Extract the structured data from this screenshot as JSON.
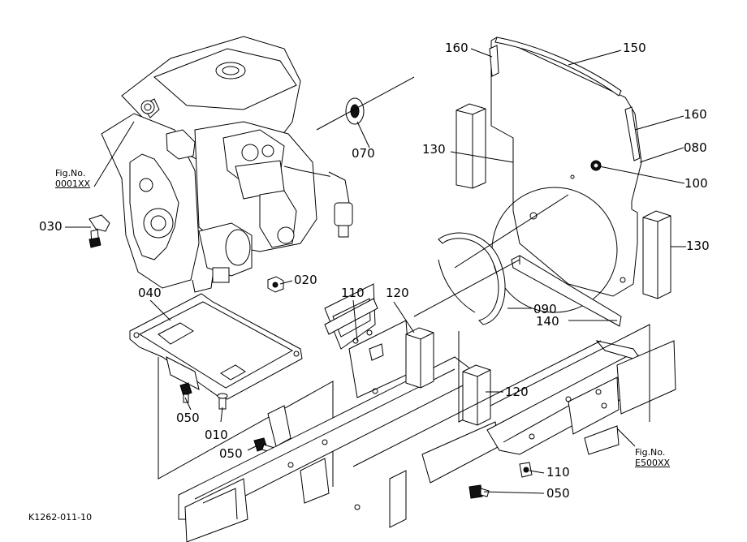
{
  "callouts": [
    {
      "id": "160a",
      "text": "160"
    },
    {
      "id": "150",
      "text": "150"
    },
    {
      "id": "160b",
      "text": "160"
    },
    {
      "id": "080",
      "text": "080"
    },
    {
      "id": "130a",
      "text": "130"
    },
    {
      "id": "100",
      "text": "100"
    },
    {
      "id": "130b",
      "text": "130"
    },
    {
      "id": "070",
      "text": "070"
    },
    {
      "id": "030",
      "text": "030"
    },
    {
      "id": "020",
      "text": "020"
    },
    {
      "id": "040",
      "text": "040"
    },
    {
      "id": "110a",
      "text": "110"
    },
    {
      "id": "120a",
      "text": "120"
    },
    {
      "id": "090",
      "text": "090"
    },
    {
      "id": "140",
      "text": "140"
    },
    {
      "id": "120b",
      "text": "120"
    },
    {
      "id": "050a",
      "text": "050"
    },
    {
      "id": "010",
      "text": "010"
    },
    {
      "id": "050b",
      "text": "050"
    },
    {
      "id": "110b",
      "text": "110"
    },
    {
      "id": "050c",
      "text": "050"
    }
  ],
  "figure_refs": [
    {
      "id": "fig1",
      "label": "Fig.No.",
      "code": "0001XX"
    },
    {
      "id": "fig2",
      "label": "Fig.No.",
      "code": "E500XX"
    }
  ],
  "drawing_code": "K1262-011-10"
}
